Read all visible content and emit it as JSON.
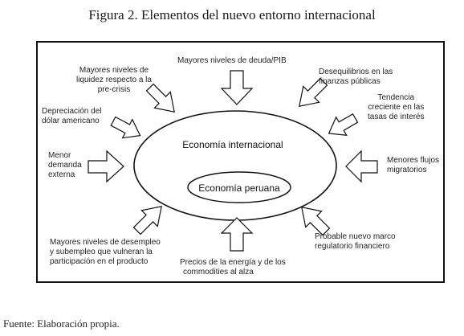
{
  "title": "Figura 2. Elementos del nuevo entorno internacional",
  "source": "Fuente: Elaboración propia.",
  "center": {
    "outer": "Economía internacional",
    "inner": "Economía peruana"
  },
  "factors": {
    "top": "Mayores niveles de deuda/PIB",
    "top_left": [
      "Mayores niveles de",
      "liquidez respecto a la",
      "pre-crisis"
    ],
    "top_right": [
      "Desequilibrios en las",
      "finanzas públicas"
    ],
    "left_upper": [
      "Depreciación del",
      "dólar americano"
    ],
    "right_upper": [
      "Tendencia",
      "creciente en las",
      "tasas de interés"
    ],
    "left": [
      "Menor",
      "demanda",
      "externa"
    ],
    "right": [
      "Menores flujos",
      "migratorios"
    ],
    "bottom_left": [
      "Mayores niveles de desempleo",
      "y subempleo que vulneran la",
      "participación en el producto"
    ],
    "bottom": [
      "Precios de la energía y de los",
      "commodities al alza"
    ],
    "bottom_right": [
      "Probable nuevo marco",
      "regulatorio financiero"
    ]
  },
  "colors": {
    "stroke": "#111111",
    "fill": "#ffffff"
  }
}
